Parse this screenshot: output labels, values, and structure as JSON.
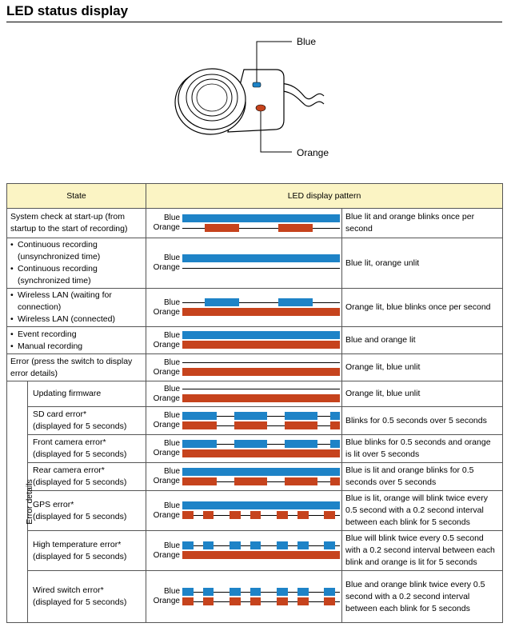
{
  "header": {
    "title": "LED status display"
  },
  "diagram": {
    "blue_label": "Blue",
    "orange_label": "Orange"
  },
  "colors": {
    "blue": "#1e83c7",
    "orange": "#c6431d",
    "header_bg": "#fbf4c4"
  },
  "table": {
    "col_state": "State",
    "col_pattern": "LED display pattern",
    "pattern_blue_label": "Blue",
    "pattern_orange_label": "Orange",
    "error_group_label": "Error details",
    "rows": [
      {
        "state_lines": [
          "System check at start-up (from startup to the start of recording)"
        ],
        "desc": "Blue lit and orange blinks once per second",
        "blue": [
          [
            0,
            1
          ]
        ],
        "orange": [
          [
            0.14,
            0.36
          ],
          [
            0.61,
            0.83
          ]
        ]
      },
      {
        "state_bullets": [
          "Continuous recording (unsynchronized time)",
          "Continuous recording (synchronized time)"
        ],
        "desc": "Blue lit, orange unlit",
        "blue": [
          [
            0,
            1
          ]
        ],
        "orange": []
      },
      {
        "state_bullets": [
          "Wireless LAN (waiting for connection)",
          "Wireless LAN (connected)"
        ],
        "desc": "Orange lit, blue blinks once per second",
        "blue": [
          [
            0.14,
            0.36
          ],
          [
            0.61,
            0.83
          ]
        ],
        "orange": [
          [
            0,
            1
          ]
        ]
      },
      {
        "state_bullets": [
          "Event recording",
          "Manual recording"
        ],
        "desc": "Blue and orange lit",
        "blue": [
          [
            0,
            1
          ]
        ],
        "orange": [
          [
            0,
            1
          ]
        ]
      },
      {
        "state_lines": [
          "Error (press the switch to display error details)"
        ],
        "desc": "Orange lit, blue unlit",
        "blue": [],
        "orange": [
          [
            0,
            1
          ]
        ]
      },
      {
        "error": true,
        "state_lines": [
          "Updating firmware"
        ],
        "desc": "Orange lit, blue unlit",
        "blue": [],
        "orange": [
          [
            0,
            1
          ]
        ]
      },
      {
        "error": true,
        "state_lines": [
          "SD card error*",
          "(displayed for 5 seconds)"
        ],
        "desc": "Blinks for 0.5 seconds over 5 seconds",
        "blue": [
          [
            0,
            0.22
          ],
          [
            0.33,
            0.54
          ],
          [
            0.65,
            0.86
          ],
          [
            0.94,
            1
          ]
        ],
        "orange": [
          [
            0,
            0.22
          ],
          [
            0.33,
            0.54
          ],
          [
            0.65,
            0.86
          ],
          [
            0.94,
            1
          ]
        ]
      },
      {
        "error": true,
        "state_lines": [
          "Front camera error*",
          "(displayed for 5 seconds)"
        ],
        "desc": "Blue blinks for 0.5 seconds and orange is lit over 5 seconds",
        "blue": [
          [
            0,
            0.22
          ],
          [
            0.33,
            0.54
          ],
          [
            0.65,
            0.86
          ],
          [
            0.94,
            1
          ]
        ],
        "orange": [
          [
            0,
            1
          ]
        ]
      },
      {
        "error": true,
        "state_lines": [
          "Rear camera error*",
          "(displayed for 5 seconds)"
        ],
        "desc": "Blue is lit and orange blinks for 0.5 seconds over 5 seconds",
        "blue": [
          [
            0,
            1
          ]
        ],
        "orange": [
          [
            0,
            0.22
          ],
          [
            0.33,
            0.54
          ],
          [
            0.65,
            0.86
          ],
          [
            0.94,
            1
          ]
        ]
      },
      {
        "error": true,
        "state_lines": [
          "GPS error*",
          "(displayed for 5 seconds)"
        ],
        "desc": "Blue is lit, orange will blink twice every 0.5 second with a 0.2 second interval between each blink for 5 seconds",
        "blue": [
          [
            0,
            1
          ]
        ],
        "orange": [
          [
            0,
            0.07
          ],
          [
            0.13,
            0.2
          ],
          [
            0.3,
            0.37
          ],
          [
            0.43,
            0.5
          ],
          [
            0.6,
            0.67
          ],
          [
            0.73,
            0.8
          ],
          [
            0.9,
            0.97
          ]
        ]
      },
      {
        "error": true,
        "state_lines": [
          "High temperature error*",
          "(displayed for 5 seconds)"
        ],
        "desc": "Blue will blink twice every 0.5 second with a 0.2 second interval between each blink and orange is lit for 5 seconds",
        "blue": [
          [
            0,
            0.07
          ],
          [
            0.13,
            0.2
          ],
          [
            0.3,
            0.37
          ],
          [
            0.43,
            0.5
          ],
          [
            0.6,
            0.67
          ],
          [
            0.73,
            0.8
          ],
          [
            0.9,
            0.97
          ]
        ],
        "orange": [
          [
            0,
            1
          ]
        ]
      },
      {
        "error": true,
        "state_lines": [
          "Wired switch error*",
          "(displayed for 5 seconds)"
        ],
        "desc": "Blue and orange blink twice every 0.5 second with a 0.2 second interval between each blink for 5 seconds",
        "blue": [
          [
            0,
            0.07
          ],
          [
            0.13,
            0.2
          ],
          [
            0.3,
            0.37
          ],
          [
            0.43,
            0.5
          ],
          [
            0.6,
            0.67
          ],
          [
            0.73,
            0.8
          ],
          [
            0.9,
            0.97
          ]
        ],
        "orange": [
          [
            0,
            0.07
          ],
          [
            0.13,
            0.2
          ],
          [
            0.3,
            0.37
          ],
          [
            0.43,
            0.5
          ],
          [
            0.6,
            0.67
          ],
          [
            0.73,
            0.8
          ],
          [
            0.9,
            0.97
          ]
        ]
      }
    ]
  }
}
